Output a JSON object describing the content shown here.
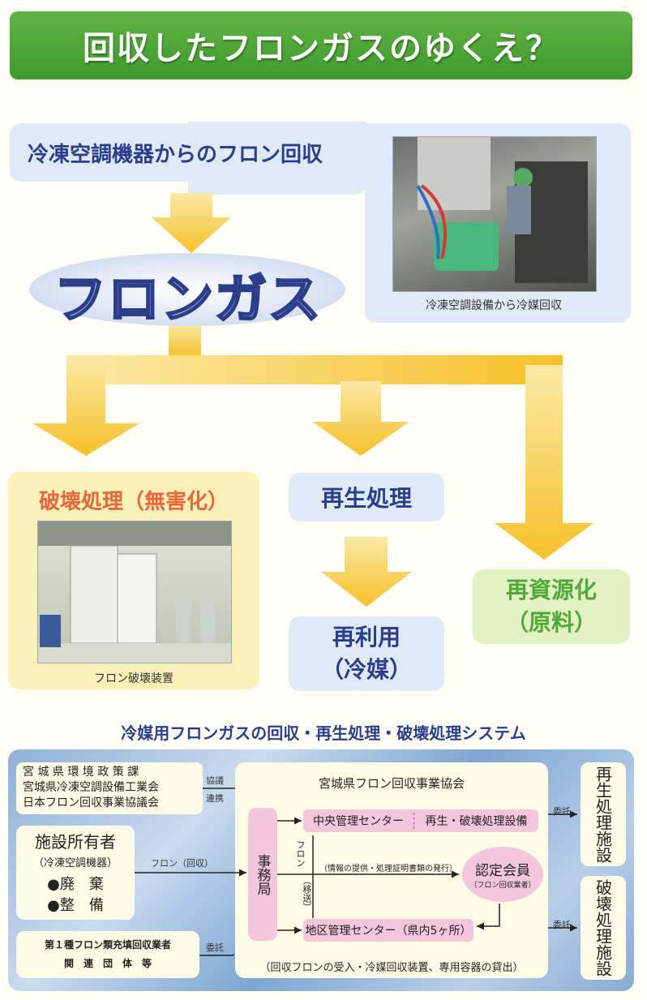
{
  "title": "回収したフロンガスのゆくえ？",
  "top": {
    "heading": "冷凍空調機器からのフロン回収",
    "photo_caption": "冷凍空調設備から冷媒回収",
    "gas_label": "フロンガス"
  },
  "branches": {
    "destroy": {
      "title": "破壊処理（無害化）",
      "caption": "フロン破壊装置"
    },
    "regen": {
      "title": "再生処理"
    },
    "reuse": {
      "line1": "再利用",
      "line2": "（冷媒）"
    },
    "resource": {
      "line1": "再資源化",
      "line2": "（原料）"
    }
  },
  "system": {
    "title": "冷媒用フロンガスの回収・再生処理・破壊処理システム",
    "gov": [
      "宮 城 県 環 境 政 策 課",
      "宮城県冷凍空調設備工業会",
      "日本フロン回収事業協議会"
    ],
    "gov_link_1": "協議",
    "gov_link_2": "連携",
    "owner_title": "施設所有者",
    "owner_sub": "（冷凍空調機器）",
    "owner_items": [
      "●廃　棄",
      "●整　備"
    ],
    "owner_arrow_label": "フロン（回収）",
    "trader_line1": "第１種フロン類充填回収業者",
    "trader_line2": "関　連　団　体　等",
    "trader_arrow_label": "委託",
    "assoc_title": "宮城県フロン回収事業協会",
    "office": "事務局",
    "central_center": "中央管理センター",
    "central_facility": "再生・破壊処理設備",
    "info_label": "（情報の提供・処理証明書類の発行）",
    "flon_vertical_1": "フロン",
    "flon_vertical_2": "（移送）",
    "certified_title": "認定会員",
    "certified_sub": "（フロン回収業者）",
    "regional_center": "地区管理センター（県内5ヶ所）",
    "rental_note": "（回収フロンの受入・冷媒回収装置、専用容器の貸出）",
    "consign_1": "委託",
    "consign_2": "委託",
    "regen_facility": "再生処理施設",
    "destroy_facility": "破壊処理施設"
  },
  "colors": {
    "green": "#4fa838",
    "navy": "#2b3e8c",
    "orange": "#e8663a",
    "arrow": "#f7c531",
    "pink": "#f4c6de"
  }
}
